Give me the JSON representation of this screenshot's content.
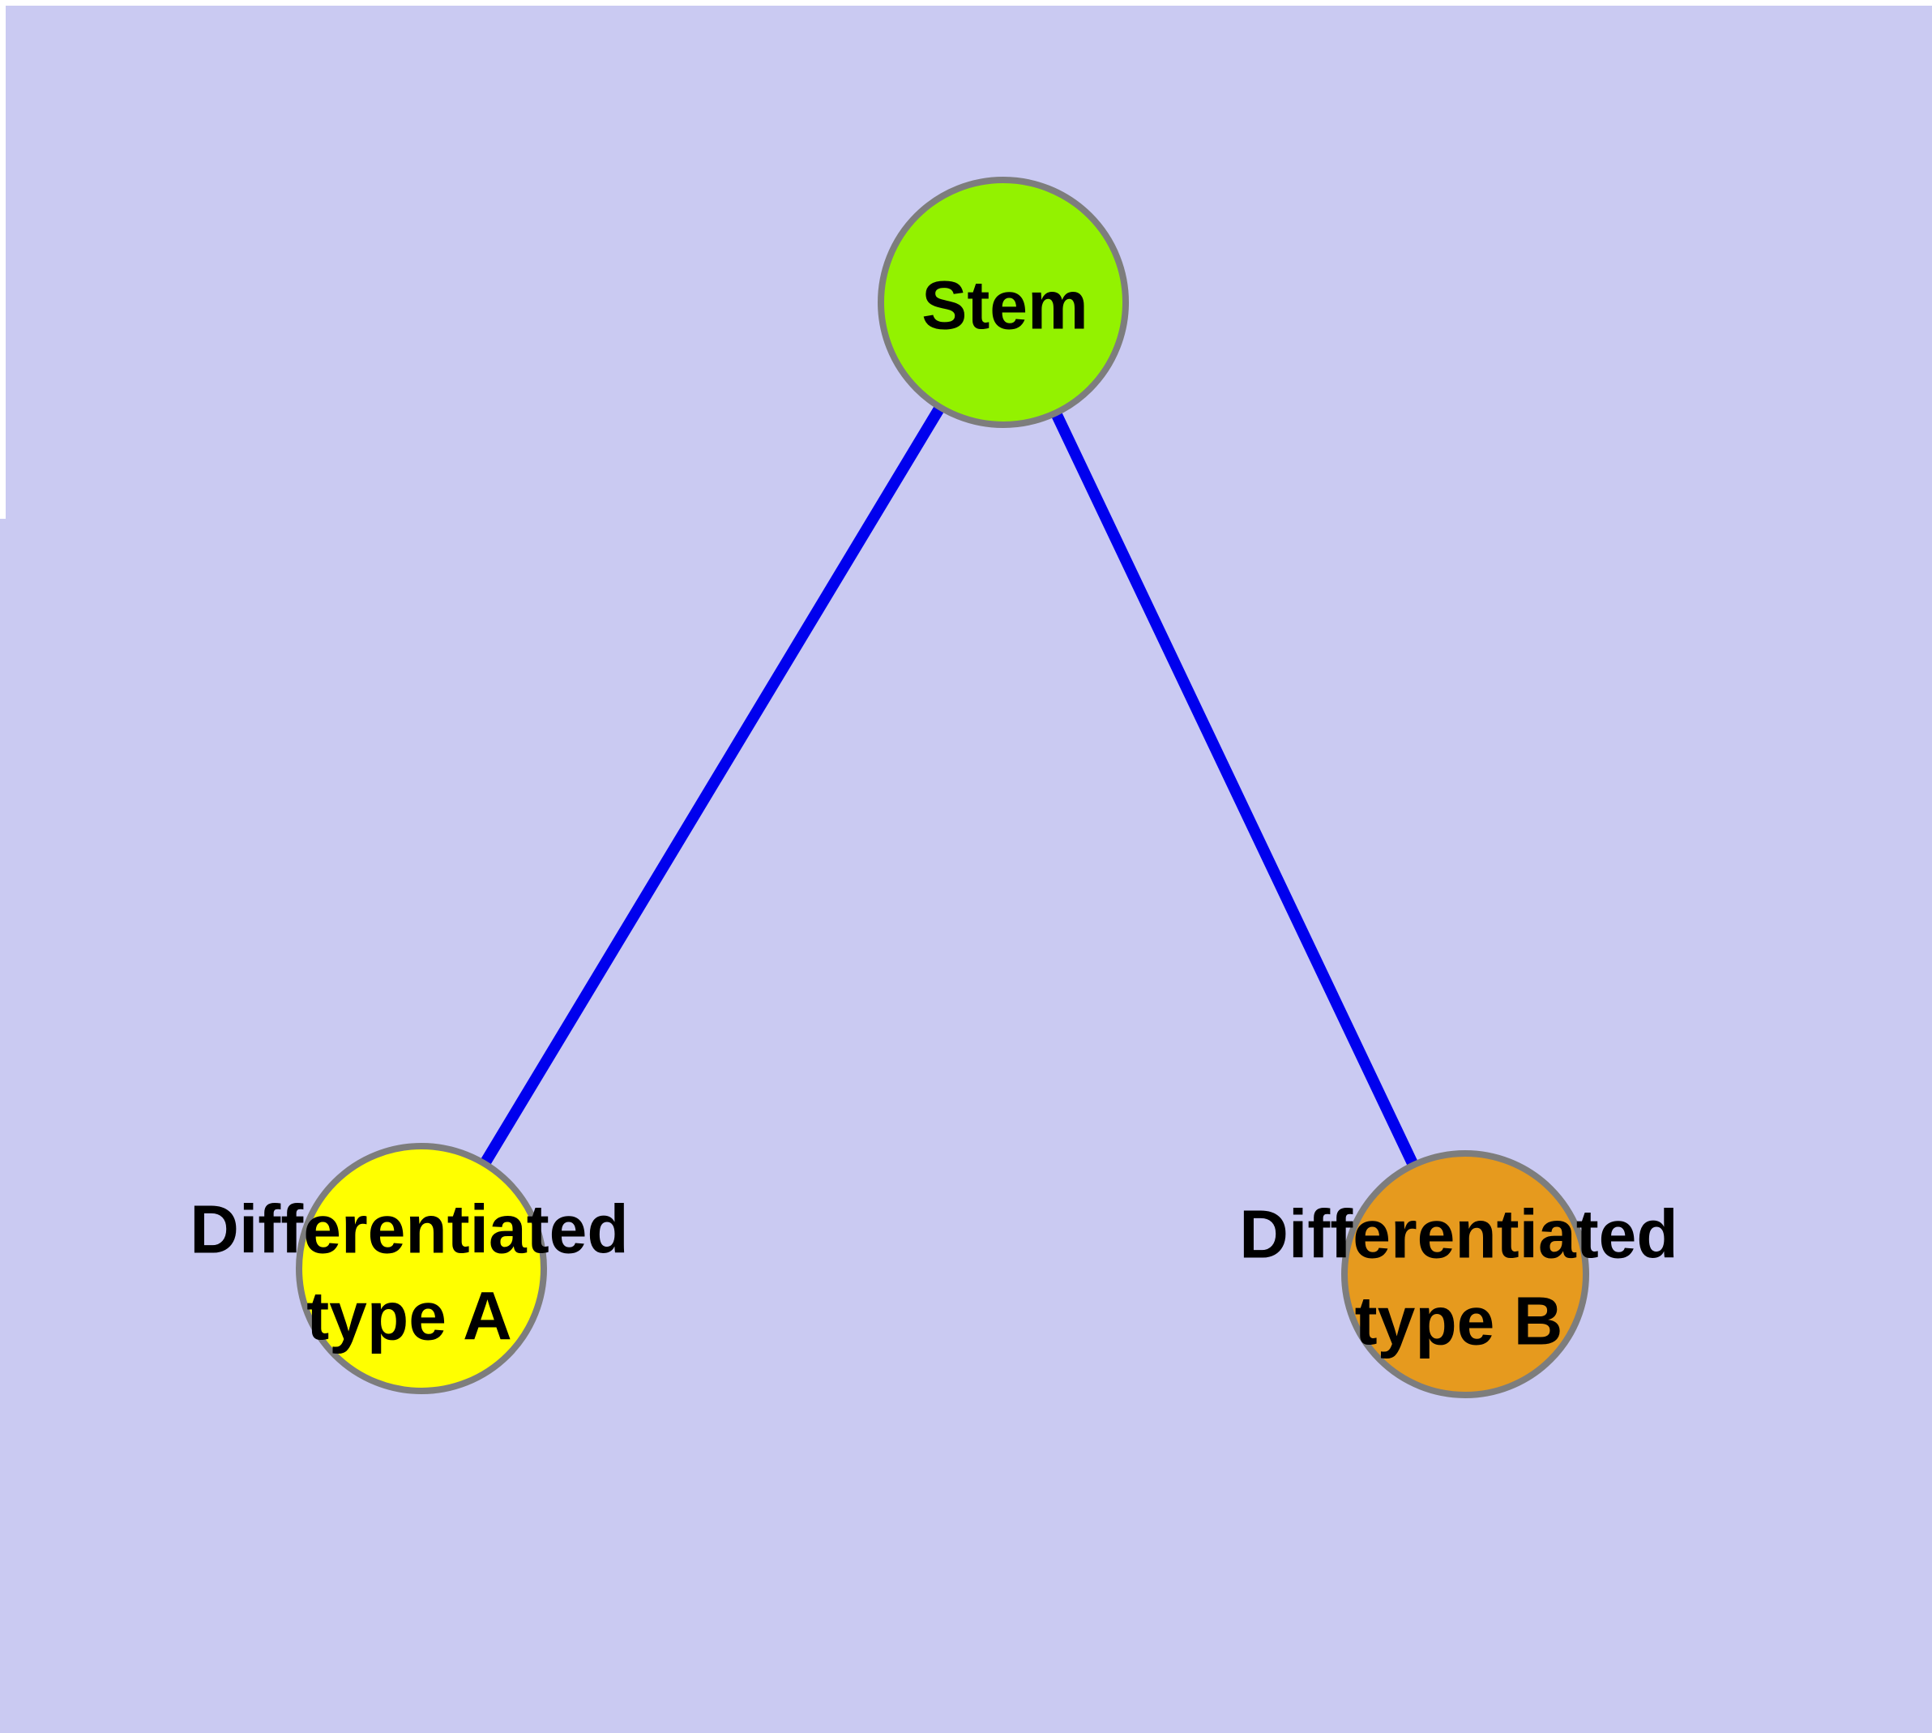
{
  "diagram": {
    "background_color": "#cacaf2",
    "margin_color": "#ffffff",
    "edge_color": "#0000ee",
    "node_border_color": "#7d7d7d",
    "label_color": "#000000",
    "nodes": [
      {
        "id": "stem",
        "label": "Stem",
        "lines": [
          "Stem"
        ],
        "color": "#93f200"
      },
      {
        "id": "type-a",
        "label": "Differentiated type A",
        "lines": [
          "Differentiated",
          "type A"
        ],
        "color": "#ffff00"
      },
      {
        "id": "type-b",
        "label": "Differentiated type B",
        "lines": [
          "Differentiated",
          "type B"
        ],
        "color": "#e69a1e"
      }
    ],
    "edges": [
      {
        "from": "Stem",
        "to": "Differentiated type A"
      },
      {
        "from": "Stem",
        "to": "Differentiated type B"
      }
    ]
  }
}
